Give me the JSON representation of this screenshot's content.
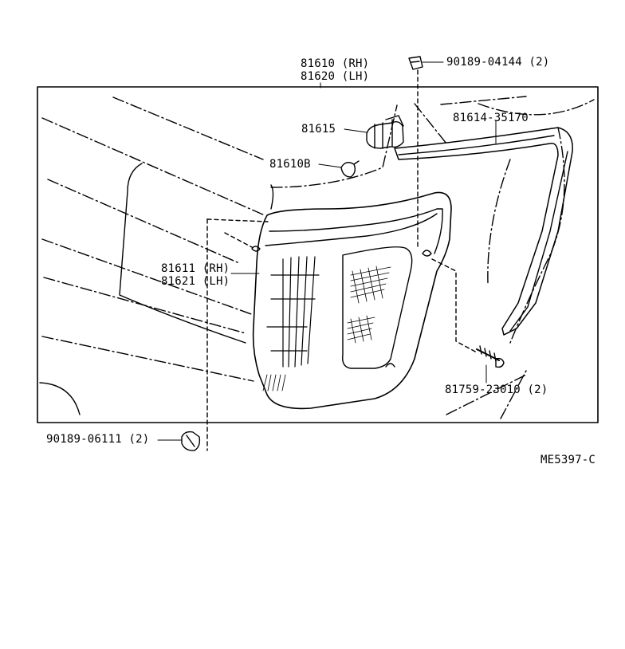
{
  "labels": {
    "housing_rh": "81610 (RH)",
    "housing_lh": "81620 (LH)",
    "clip_top": "90189-04144 (2)",
    "socket": "81615",
    "gasket": "81614-35170",
    "bulb": "81610B",
    "lens_rh": "81611 (RH)",
    "lens_lh": "81621 (LH)",
    "screw": "81759-23010 (2)",
    "clip_bottom": "90189-06111 (2)",
    "diagram_code": "ME5397-C"
  },
  "colors": {
    "line": "#000000",
    "background": "#ffffff"
  }
}
